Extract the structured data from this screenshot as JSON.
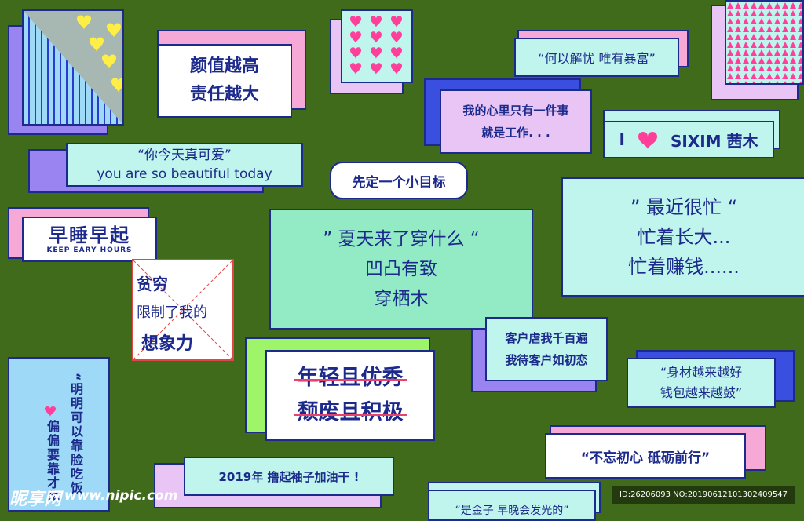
{
  "tiles": {
    "beauty_line1": "颜值越高",
    "beauty_line2": "责任越大",
    "worry": "“何以解忧  唯有暴富”",
    "one_thing_line1": "我的心里只有一件事",
    "one_thing_line2": "就是工作. . .",
    "love_i": "I",
    "love_brand": "SIXIM 茜木",
    "cute_line1": "“你今天真可爱”",
    "cute_line2": "you are so beautiful today",
    "goal": "先定一个小目标",
    "busy_line1": "”  最近很忙  “",
    "busy_line2": "忙着长大...",
    "busy_line3": "忙着赚钱......",
    "sleep_main": "早睡早起",
    "sleep_sub": "KEEP EARY HOURS",
    "summer_line1": "”  夏天来了穿什么  “",
    "summer_line2": "凹凸有致",
    "summer_line3": "穿栖木",
    "poor_line1": "贫穷",
    "poor_line2": "限制了我的",
    "poor_line3": "想象力",
    "customer_line1": "客户虐我千百遍",
    "customer_line2": "我待客户如初恋",
    "young_line1": "年轻且优秀",
    "young_line2": "颓废且积极",
    "figure_line1": "“身材越来越好",
    "figure_line2": "钱包越来越鼓”",
    "face_col1": "“明明可以靠脸吃饭",
    "face_col2": "偏偏要靠才华",
    "year": "2019年  撸起袖子加油干 !",
    "origin": "“不忘初心  砥砺前行”",
    "gold": "“是金子  早晚会发光的”"
  },
  "watermark": {
    "logo": "昵享网",
    "url": "www.nipic.com",
    "id": "ID:26206093 NO:20190612101302409547"
  },
  "icons": {
    "hearts": "heart-icon",
    "pattern_stripes": "stripe-pattern-icon",
    "pattern_triangles": "triangle-pattern-icon"
  },
  "colors": {
    "background": "#3f6b1a",
    "navy": "#1c2a8c",
    "mint": "#bff5ec",
    "pink": "#f6a8d6",
    "purple": "#9a84f2",
    "lavender": "#e9c5f6",
    "sky": "#9fd9f8",
    "lime": "#9ef56a",
    "heart": "#ff3f9a"
  }
}
